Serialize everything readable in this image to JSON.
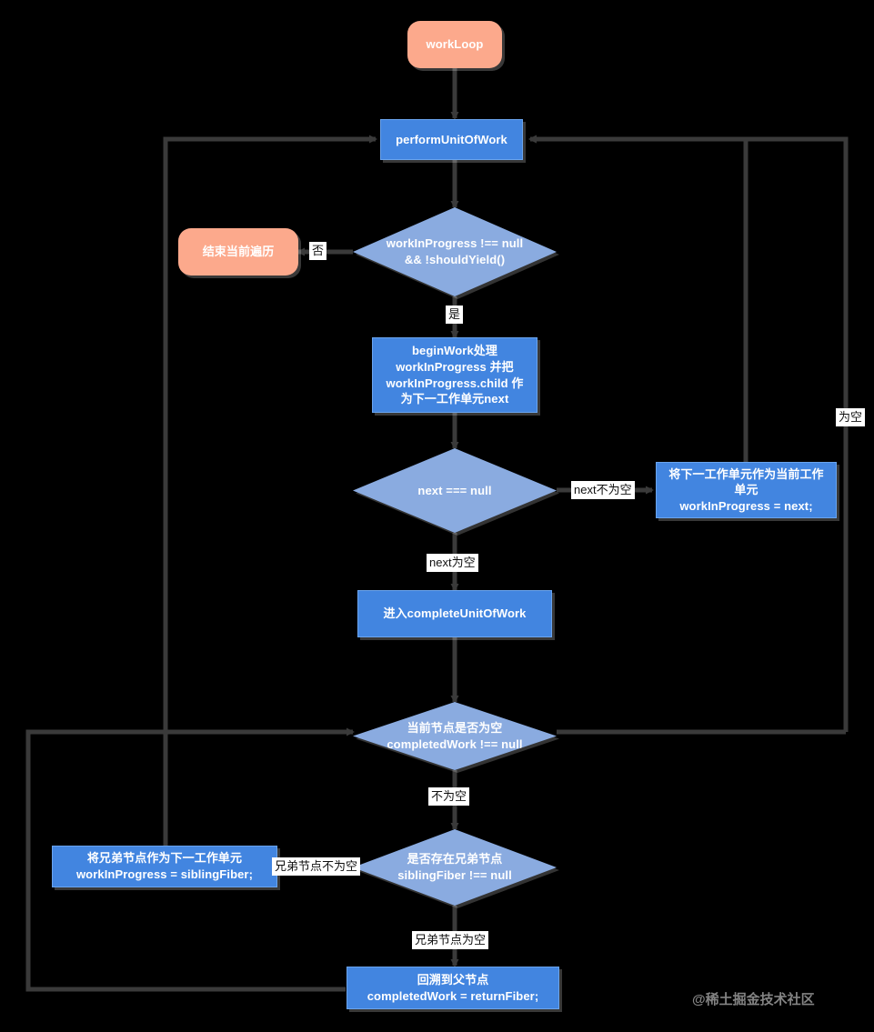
{
  "diagram": {
    "title": "React Fiber workLoop flowchart",
    "background_color": "#000000",
    "colors": {
      "process_fill": "#4285e0",
      "decision_fill": "#8aabe0",
      "terminator_fill": "#fca98c",
      "edge_stroke": "#3a3a3a",
      "node_text": "#ffffff",
      "edge_label_text": "#111111",
      "edge_label_bg": "#ffffff"
    },
    "nodes": {
      "work_loop": "workLoop",
      "perform_unit_of_work": "performUnitOfWork",
      "end_traverse": "结束当前遍历",
      "decision_should_yield": "workInProgress !== null\n&& !shouldYield()",
      "begin_work": "beginWork处理\nworkInProgress 并把\nworkInProgress.child 作\n为下一工作单元next",
      "decision_next_null": "next === null",
      "set_next_as_current": "将下一工作单元作为当前工作\n单元\nworkInProgress = next;",
      "enter_complete_unit_of_work": "进入completeUnitOfWork",
      "decision_completed_work_null": "当前节点是否为空\ncompletedWork !== null",
      "decision_sibling_exists": "是否存在兄弟节点\nsiblingFiber !== null",
      "set_sibling_as_next": "将兄弟节点作为下一工作单元\nworkInProgress = siblingFiber;",
      "back_to_parent": "回溯到父节点\ncompletedWork = returnFiber;"
    },
    "edge_labels": {
      "no": "否",
      "yes": "是",
      "next_not_empty": "next不为空",
      "next_empty": "next为空",
      "empty": "为空",
      "not_empty": "不为空",
      "sibling_not_empty": "兄弟节点不为空",
      "sibling_empty": "兄弟节点为空"
    },
    "watermark": "@稀土掘金技术社区"
  }
}
